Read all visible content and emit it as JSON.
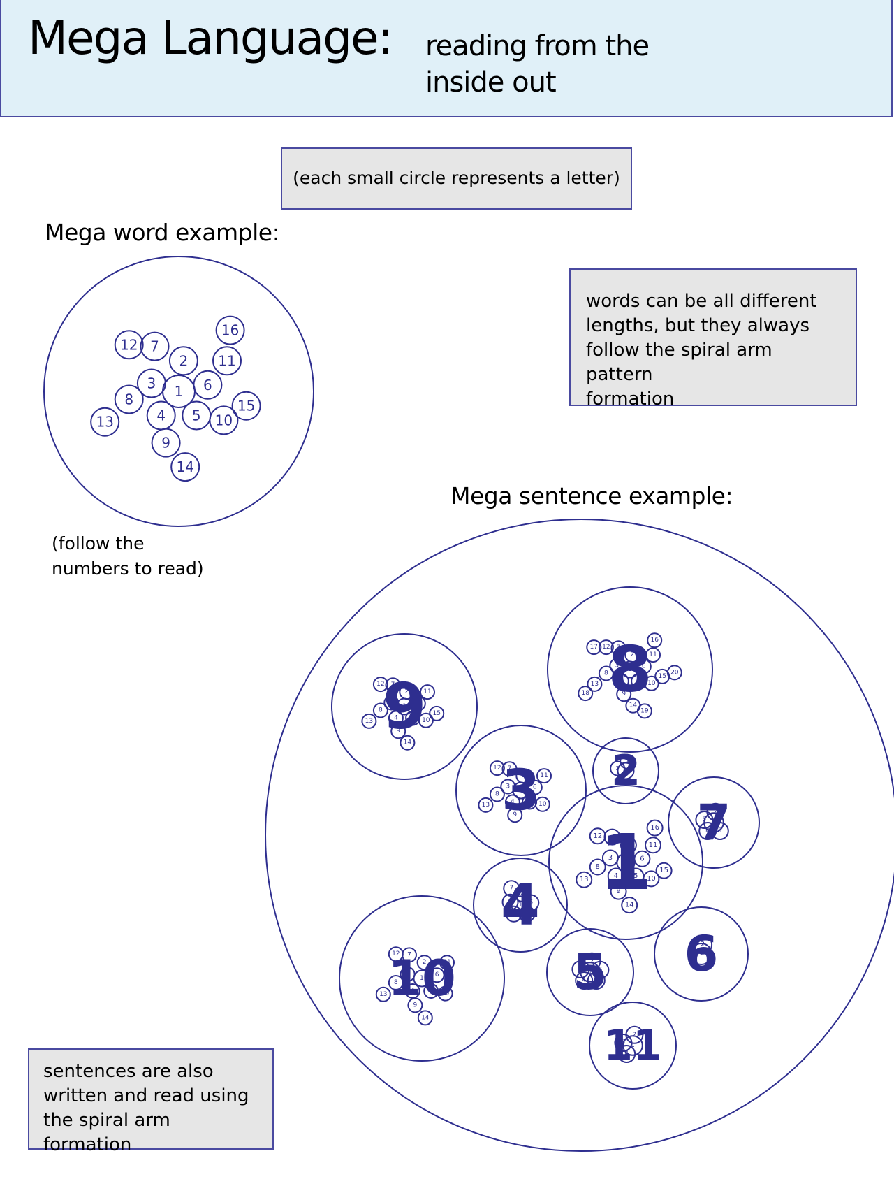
{
  "header": {
    "title": "Mega Language:",
    "subtitle_line1": "reading from the",
    "subtitle_line2": "inside out"
  },
  "notes": {
    "top": "(each small circle represents a letter)",
    "right_lines": [
      "words can be all different",
      "lengths, but they always",
      "follow the spiral arm pattern",
      "formation"
    ],
    "bottom_lines": [
      "sentences are also",
      "written and read using",
      "the spiral arm formation"
    ]
  },
  "labels": {
    "word_example": "Mega word example:",
    "sentence_example": "Mega sentence example:",
    "hint_lines": [
      "(follow the",
      "numbers to read)"
    ]
  },
  "colors": {
    "ink": "#2e2e8f",
    "header_bg": "#e0f0f8",
    "note_bg": "#e6e6e6",
    "border": "#4a4aa0"
  },
  "word_example": {
    "letter_count": 16,
    "letters": [
      "1",
      "2",
      "3",
      "4",
      "5",
      "6",
      "7",
      "8",
      "9",
      "10",
      "11",
      "12",
      "13",
      "14",
      "15",
      "16"
    ]
  },
  "sentence_example": {
    "word_count": 11,
    "words": [
      {
        "number": "1",
        "letter_count": 16
      },
      {
        "number": "2",
        "letter_count": 3
      },
      {
        "number": "3",
        "letter_count": 13
      },
      {
        "number": "4",
        "letter_count": 7
      },
      {
        "number": "5",
        "letter_count": 6
      },
      {
        "number": "6",
        "letter_count": 2
      },
      {
        "number": "7",
        "letter_count": 5
      },
      {
        "number": "8",
        "letter_count": 20
      },
      {
        "number": "9",
        "letter_count": 15
      },
      {
        "number": "10",
        "letter_count": 14
      },
      {
        "number": "11",
        "letter_count": 4
      }
    ]
  }
}
